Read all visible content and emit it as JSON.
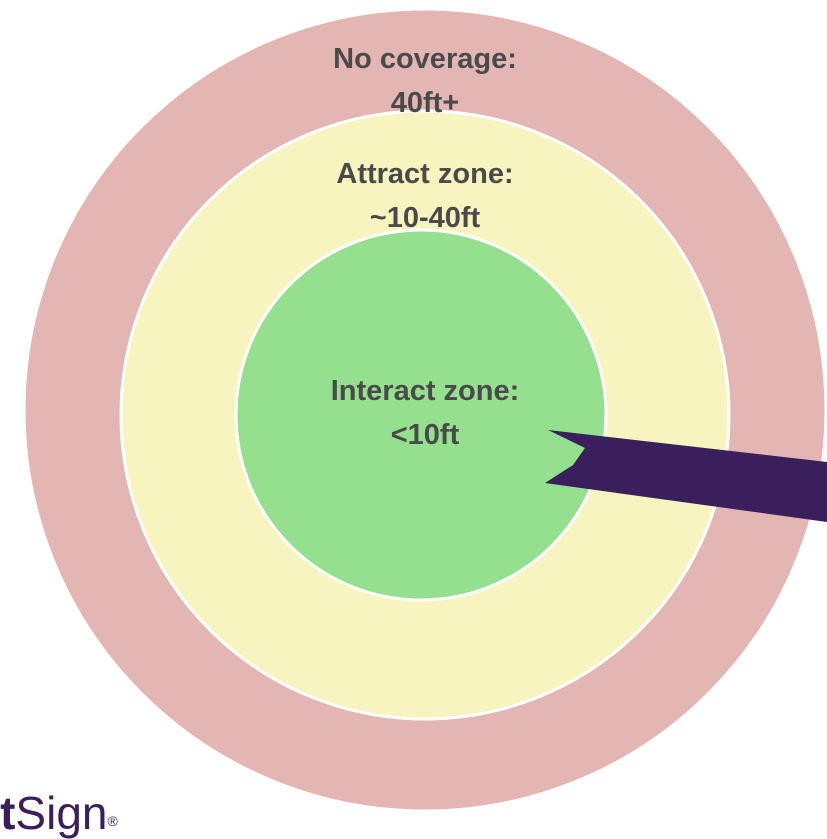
{
  "zones": {
    "outer": {
      "title": "No coverage:",
      "range": "40ft+",
      "fill": "#e3b6b4"
    },
    "middle": {
      "title": "Attract zone:",
      "range": "~10-40ft",
      "fill": "#f8f4c0"
    },
    "inner": {
      "title": "Interact zone:",
      "range": "<10ft",
      "fill": "#94e08f"
    }
  },
  "text_color": "#4a4a4a",
  "pointer": {
    "icon": "arrow-pointer-icon",
    "fill": "#3b1f5c"
  },
  "brand": {
    "bold": "ht",
    "regular": "Sign",
    "mark": "®"
  }
}
